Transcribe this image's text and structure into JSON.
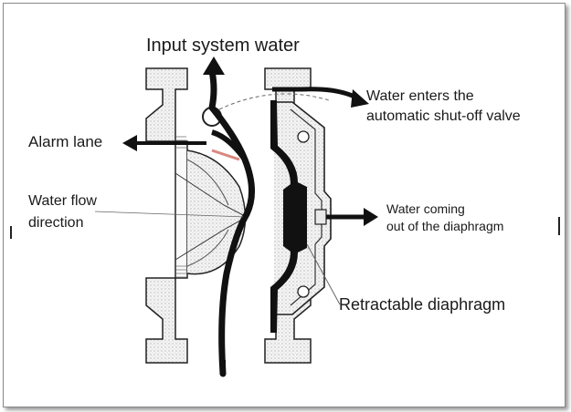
{
  "labels": {
    "input_water": "Input system water",
    "alarm_lane": "Alarm lane",
    "water_flow_line1": "Water flow",
    "water_flow_line2": "direction",
    "enters_line1": "Water enters the",
    "enters_line2": "automatic shut-off valve",
    "coming_line1": "Water coming",
    "coming_line2": "out of the diaphragm",
    "retractable": "Retractable diaphragm"
  },
  "colors": {
    "line": "#111111",
    "body_fill": "#f2f2f2",
    "hatch": "#cfcfcf",
    "accent_red": "#c0392b"
  }
}
